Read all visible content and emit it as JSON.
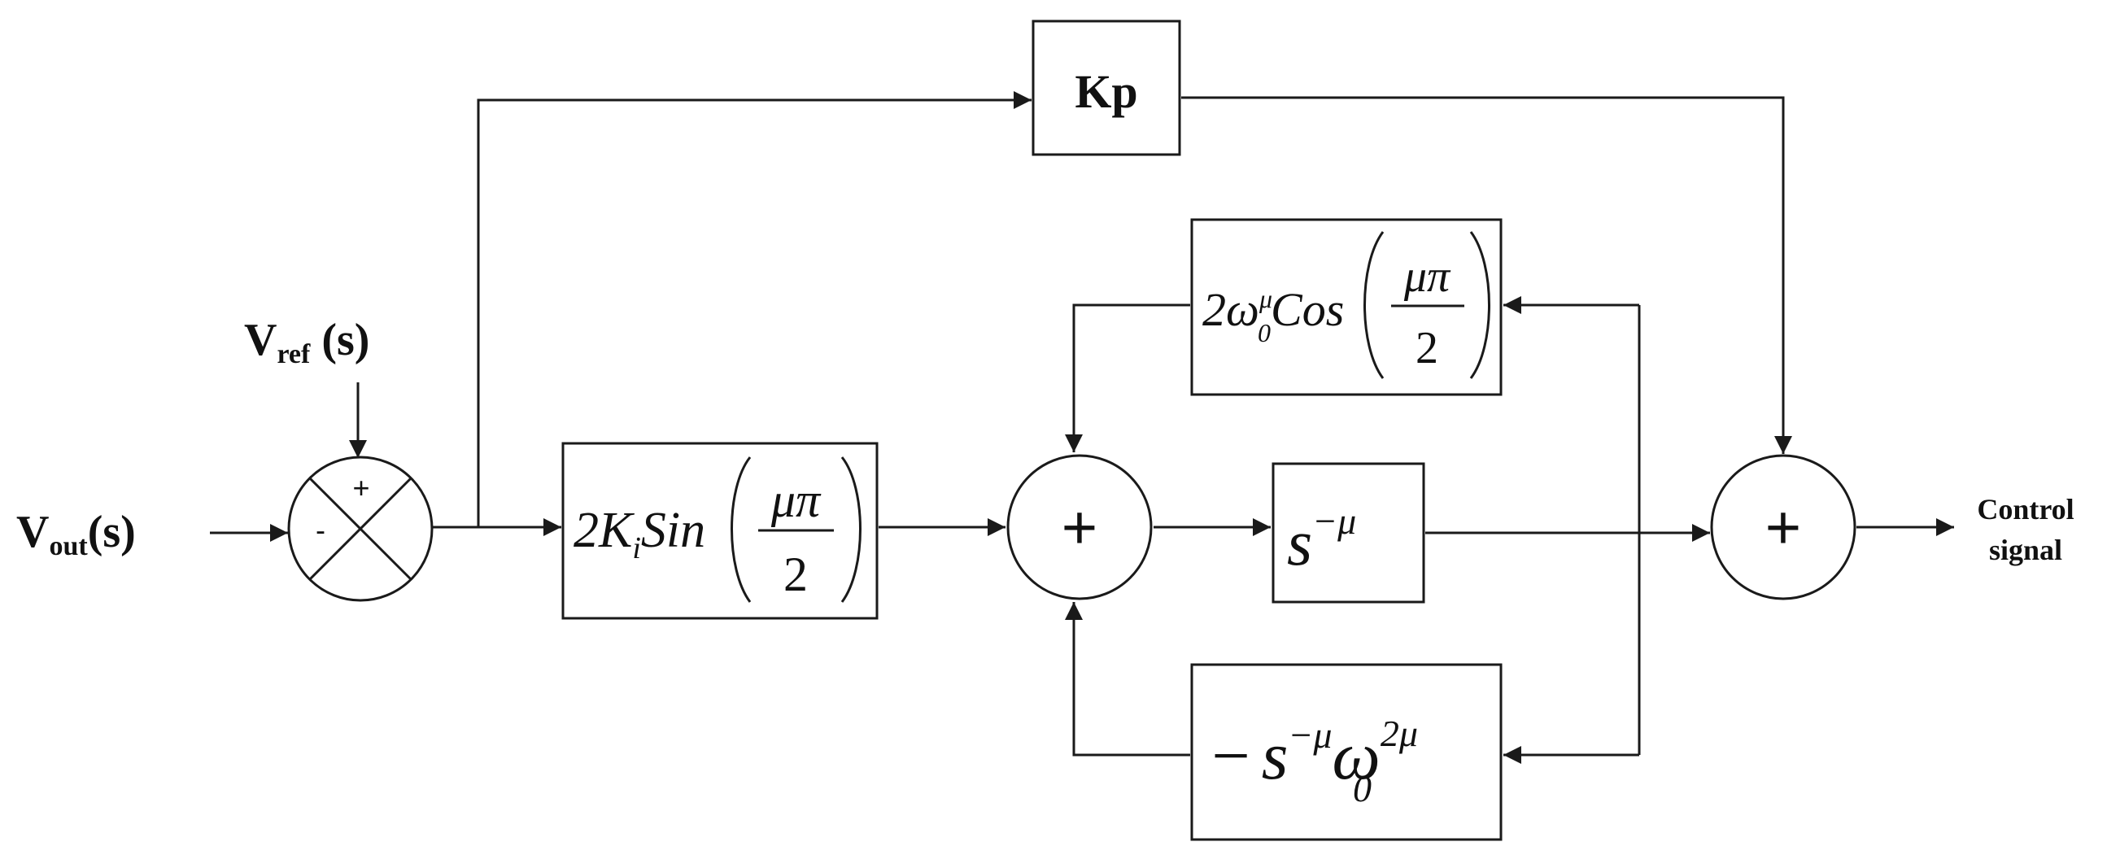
{
  "inputs": {
    "vout": {
      "main": "V",
      "sub": "out",
      "arg": "(s)"
    },
    "vref": {
      "main": "V",
      "sub": "ref",
      "arg": " (s)"
    }
  },
  "comparator": {
    "plus": "+",
    "minus": "-"
  },
  "blocks": {
    "kp": "Kp",
    "ki_block": {
      "coef": "2K",
      "sub": "i",
      "fn": "Sin",
      "num": "μπ",
      "den": "2"
    },
    "cos_block": {
      "coef": "2ω",
      "sup": "μ",
      "sub": "0",
      "fn": "Cos",
      "num": "μπ",
      "den": "2"
    },
    "integrator": {
      "base": "s",
      "exp": "−μ"
    },
    "feedback_block": {
      "minus": "−",
      "s": "s",
      "s_exp": "−μ",
      "omega": "ω",
      "omega_sup": "2μ",
      "omega_sub": "0"
    }
  },
  "summers": {
    "inner": "+",
    "output": "+"
  },
  "output": {
    "line1": "Control",
    "line2": "signal"
  }
}
